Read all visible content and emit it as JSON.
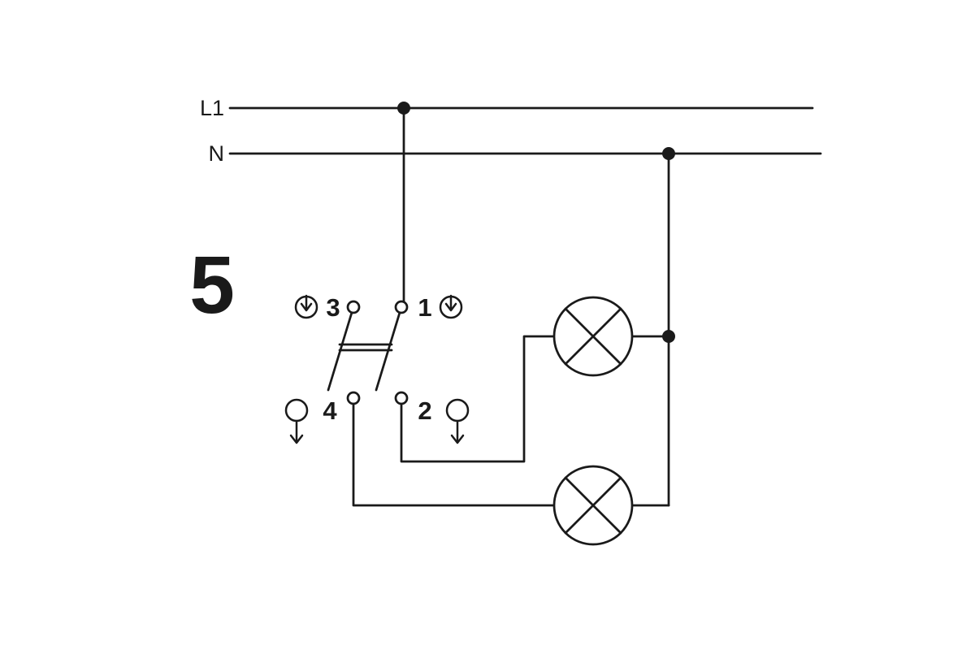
{
  "diagram": {
    "number_label": "5",
    "power_lines": {
      "l1": "L1",
      "n": "N"
    },
    "switch": {
      "terminal_1": "1",
      "terminal_2": "2",
      "terminal_3": "3",
      "terminal_4": "4"
    },
    "icons": {
      "top_left": "down-arrow-in-circle-icon",
      "top_right": "down-arrow-in-circle-icon",
      "bottom_left": "down-arrow-from-circle-icon",
      "bottom_right": "down-arrow-from-circle-icon",
      "lamp": "lamp-cross-icon",
      "junction": "junction-dot"
    },
    "colors": {
      "stroke": "#1a1a1a",
      "background": "#ffffff"
    }
  }
}
